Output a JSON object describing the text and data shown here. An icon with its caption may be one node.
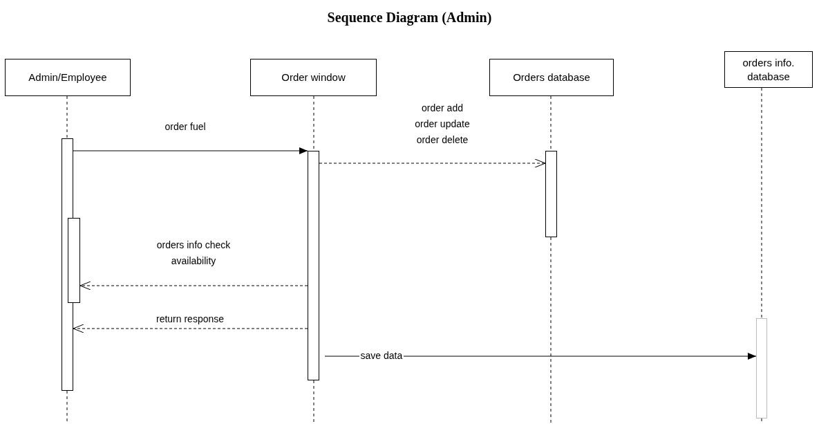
{
  "diagram": {
    "title": "Sequence Diagram (Admin)",
    "nodes": [
      {
        "text": [
          "Admin/Employee"
        ]
      },
      {
        "text": [
          "Order window"
        ]
      },
      {
        "text": [
          "Orders database"
        ]
      },
      {
        "text": [
          "orders info. database"
        ]
      },
      {
        "text": [],
        "shape": "bar"
      },
      {
        "text": [],
        "shape": "bar"
      },
      {
        "text": [],
        "shape": "bar"
      },
      {
        "text": [],
        "shape": "bar"
      },
      {
        "text": [],
        "shape": "bar"
      }
    ],
    "edges": [
      {
        "from": 4,
        "to": 6,
        "arrow": "to",
        "label": "order fuel"
      },
      {
        "from": 6,
        "to": 7,
        "arrow": "to",
        "label": "order add order update order delete",
        "style": "dashed"
      },
      {
        "from": 6,
        "to": 5,
        "arrow": "to",
        "label": "orders info check availability",
        "style": "dashed"
      },
      {
        "from": 6,
        "to": 4,
        "arrow": "to",
        "label": "return response",
        "style": "dashed"
      },
      {
        "from": 6,
        "to": 8,
        "arrow": "to",
        "label": "save data"
      },
      {
        "from": 0,
        "to": 4,
        "arrow": "none",
        "style": "dashed"
      },
      {
        "from": 4,
        "to": null,
        "arrow": "none",
        "style": "dashed"
      },
      {
        "from": 1,
        "to": 6,
        "arrow": "none",
        "style": "dashed"
      },
      {
        "from": 6,
        "to": null,
        "arrow": "none",
        "style": "dashed"
      },
      {
        "from": 2,
        "to": 7,
        "arrow": "none",
        "style": "dashed"
      },
      {
        "from": 7,
        "to": null,
        "arrow": "none",
        "style": "dashed"
      },
      {
        "from": 3,
        "to": 8,
        "arrow": "none",
        "style": "dashed"
      },
      {
        "from": 8,
        "to": null,
        "arrow": "none",
        "style": "dashed"
      }
    ]
  }
}
